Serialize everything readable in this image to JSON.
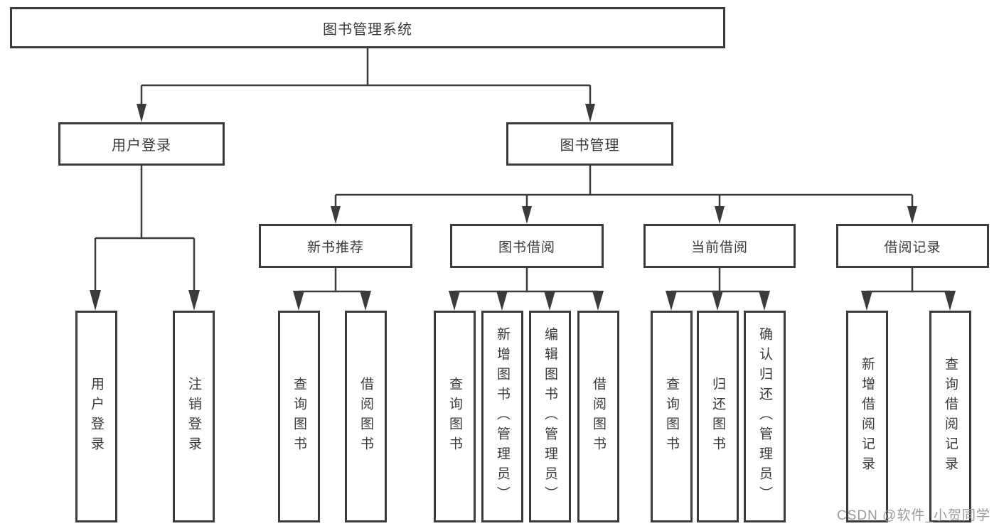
{
  "diagram": {
    "type": "hierarchy-tree",
    "root": {
      "label": "图书管理系统",
      "children": [
        {
          "label": "用户登录",
          "children": [
            {
              "label": "用户登录"
            },
            {
              "label": "注销登录"
            }
          ]
        },
        {
          "label": "图书管理",
          "children": [
            {
              "label": "新书推荐",
              "children": [
                {
                  "label": "查询图书"
                },
                {
                  "label": "借阅图书"
                }
              ]
            },
            {
              "label": "图书借阅",
              "children": [
                {
                  "label": "查询图书"
                },
                {
                  "label": "新增图书（管理员）"
                },
                {
                  "label": "编辑图书（管理员）"
                },
                {
                  "label": "借阅图书"
                }
              ]
            },
            {
              "label": "当前借阅",
              "children": [
                {
                  "label": "查询图书"
                },
                {
                  "label": "归还图书"
                },
                {
                  "label": "确认归还（管理员）"
                }
              ]
            },
            {
              "label": "借阅记录",
              "children": [
                {
                  "label": "新增借阅记录"
                },
                {
                  "label": "查询借阅记录"
                }
              ]
            }
          ]
        }
      ]
    }
  },
  "watermark": "CSDN @软件_小贺同学",
  "colors": {
    "line": "#3b3b3b",
    "text": "#3a3a3a",
    "watermark": "#9b9b9b",
    "background": "#ffffff"
  }
}
